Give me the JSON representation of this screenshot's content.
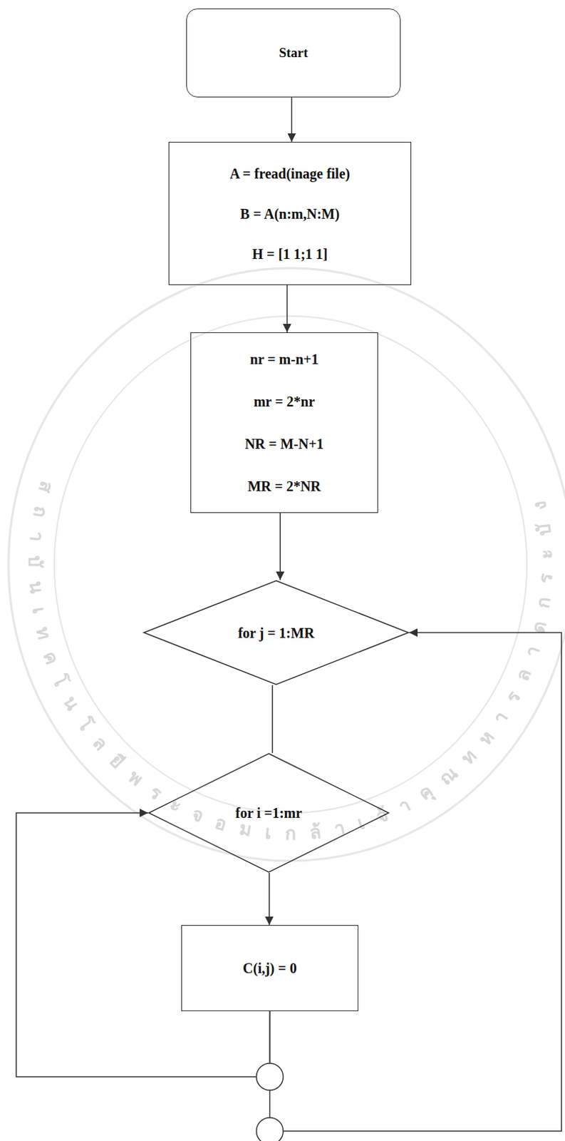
{
  "diagram": {
    "nodes": [
      {
        "text": [
          "Start"
        ]
      },
      {
        "text": [
          "A = fread(inage file)",
          "B = A(n:m,N:M)",
          "H = [1 1;1 1]"
        ]
      },
      {
        "text": [
          "nr = m-n+1",
          "mr = 2*nr",
          "NR = M-N+1",
          "MR = 2*NR"
        ]
      },
      {
        "text": [
          "for j = 1:MR"
        ]
      },
      {
        "text": [
          "for i =1:mr"
        ]
      },
      {
        "text": [
          "C(i,j) = 0"
        ]
      }
    ],
    "edges": [
      {
        "from": 0,
        "to": 1,
        "arrow": "to"
      },
      {
        "from": 1,
        "to": 2,
        "arrow": "to"
      },
      {
        "from": 2,
        "to": 3,
        "arrow": "to"
      },
      {
        "from": 3,
        "to": 4,
        "arrow": "none"
      },
      {
        "from": 4,
        "to": 5,
        "arrow": "to"
      },
      {
        "from": 5,
        "to": 4,
        "arrow": "to"
      },
      {
        "from": 5,
        "to": 3,
        "arrow": "to"
      }
    ],
    "labels": [
      "สถาบันเทคโนโลยีพระจอมเกล้าเจ้าคุณทหารลาดกระบัง"
    ]
  }
}
